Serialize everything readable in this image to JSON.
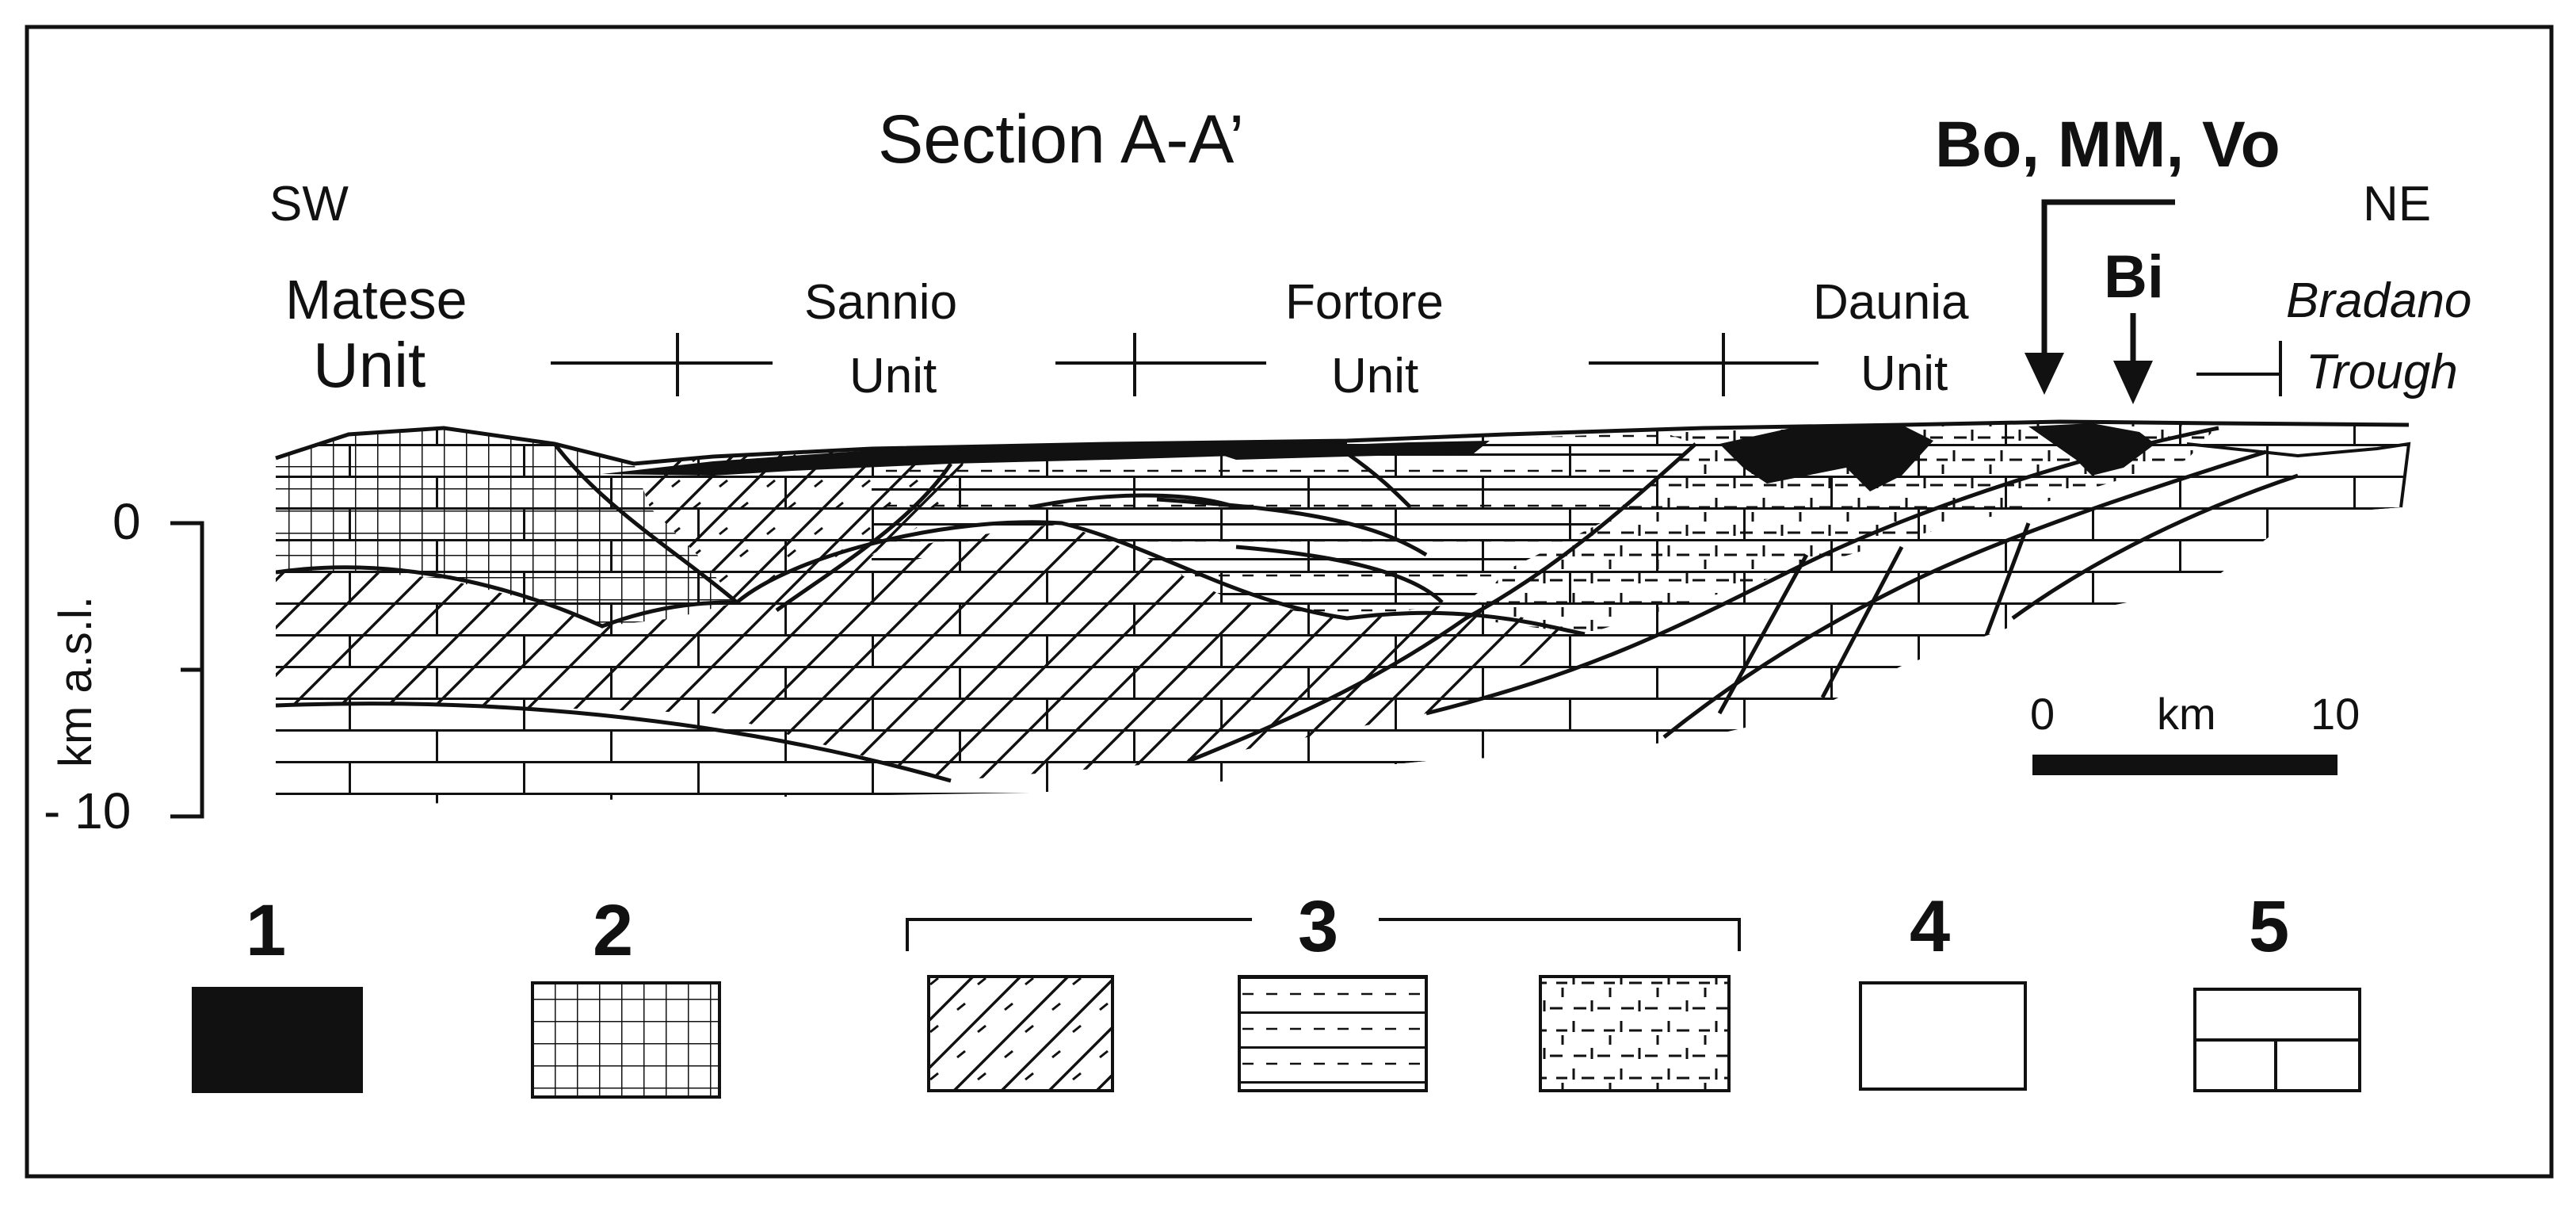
{
  "title": "Section A-A’",
  "orientation": {
    "left": "SW",
    "right": "NE"
  },
  "units": [
    {
      "line1": "Matese",
      "line2": "Unit"
    },
    {
      "line1": "Sannio",
      "line2": "Unit"
    },
    {
      "line1": "Fortore",
      "line2": "Unit"
    },
    {
      "line1": "Daunia",
      "line2": "Unit"
    },
    {
      "line1": "Bradano",
      "line2": "Trough"
    }
  ],
  "site_labels": {
    "group": "Bo, MM, Vo",
    "single": "Bi"
  },
  "depth_axis": {
    "label": "km a.s.l.",
    "tick_top": "0",
    "tick_bottom": "- 10"
  },
  "scale_bar": {
    "start": "0",
    "unit": "km",
    "end": "10"
  },
  "legend": [
    {
      "number": "1",
      "pattern": "solid-black"
    },
    {
      "number": "2",
      "pattern": "grid"
    },
    {
      "number": "3",
      "pattern": "group-of-three"
    },
    {
      "number": "4",
      "pattern": "blank"
    },
    {
      "number": "5",
      "pattern": "brick"
    }
  ],
  "colors": {
    "ink": "#111111",
    "paper": "#ffffff"
  }
}
